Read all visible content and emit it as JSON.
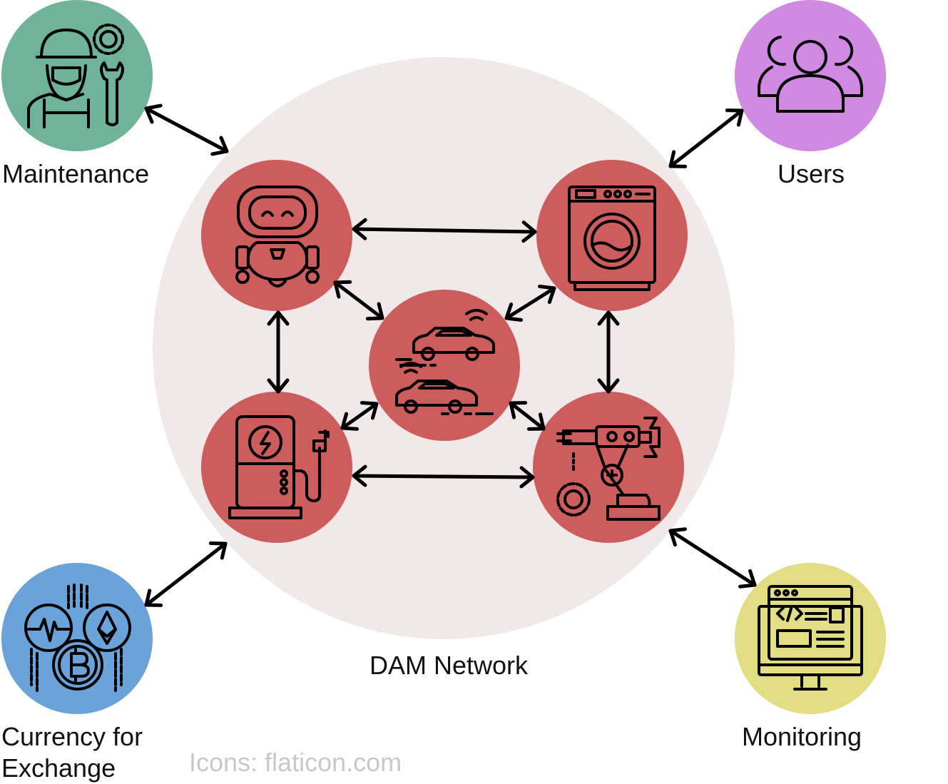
{
  "network": {
    "label": "DAM Network"
  },
  "external": {
    "maintenance": {
      "label": "Maintenance",
      "icon": "mechanic-icon",
      "color": "#6fb39a"
    },
    "users": {
      "label": "Users",
      "icon": "users-icon",
      "color": "#d08ae2"
    },
    "currency": {
      "label_line1": "Currency for",
      "label_line2": "Exchange",
      "icon": "crypto-coins-icon",
      "color": "#6aa3d9"
    },
    "monitoring": {
      "label": "Monitoring",
      "icon": "monitor-code-icon",
      "color": "#e2dc82"
    }
  },
  "devices": {
    "robot": {
      "icon": "robot-icon"
    },
    "washing_machine": {
      "icon": "washing-machine-icon"
    },
    "vehicles": {
      "icon": "connected-cars-icon"
    },
    "charging_station": {
      "icon": "ev-charger-icon"
    },
    "robotic_arm": {
      "icon": "robotic-arm-icon"
    }
  },
  "colors": {
    "network_bg": "#f1e8e9",
    "device_fill": "#cd5c5c",
    "arrow": "#000000"
  },
  "credit": "Icons: flaticon.com"
}
